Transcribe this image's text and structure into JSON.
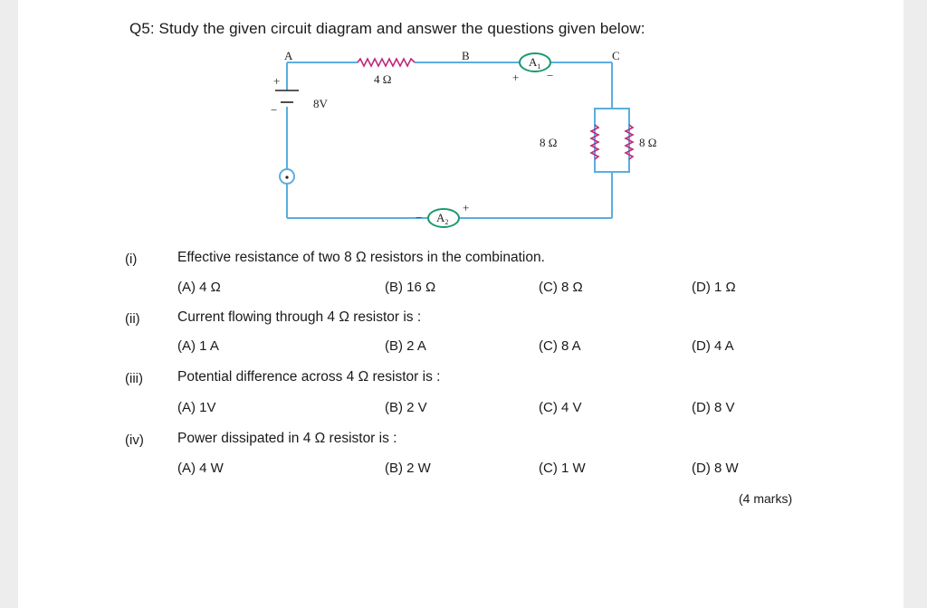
{
  "question": {
    "title": "Q5:  Study the given circuit diagram and answer the questions given below:"
  },
  "circuit": {
    "label_a": "A",
    "label_b": "B",
    "label_c": "C",
    "resistor_top_label": "4 Ω",
    "battery_label": "8V",
    "battery_plus": "+",
    "battery_minus": "−",
    "ammeter1_label": "A",
    "ammeter1_sub": "1",
    "ammeter1_plus": "+",
    "ammeter1_minus": "−",
    "ammeter2_label": "A",
    "ammeter2_sub": "2",
    "ammeter2_plus": "+",
    "ammeter2_minus": "−",
    "parallel_left_label": "8 Ω",
    "parallel_right_label": "8 Ω"
  },
  "questions": [
    {
      "num": "(i)",
      "text": "Effective resistance of two 8 Ω resistors in the combination.",
      "options": [
        "(A) 4 Ω",
        "(B) 16 Ω",
        "(C) 8 Ω",
        "(D) 1 Ω"
      ]
    },
    {
      "num": "(ii)",
      "text": "Current flowing through 4 Ω resistor is :",
      "options": [
        "(A) 1 A",
        "(B) 2 A",
        "(C) 8 A",
        "(D) 4 A"
      ]
    },
    {
      "num": "(iii)",
      "text": "Potential difference across 4 Ω resistor is :",
      "options": [
        "(A) 1V",
        "(B) 2 V",
        "(C) 4 V",
        "(D) 8 V"
      ]
    },
    {
      "num": "(iv)",
      "text": "Power dissipated in 4 Ω resistor is :",
      "options": [
        "(A) 4 W",
        "(B) 2 W",
        "(C) 1 W",
        "(D) 8 W"
      ]
    }
  ],
  "marks": "(4 marks)"
}
